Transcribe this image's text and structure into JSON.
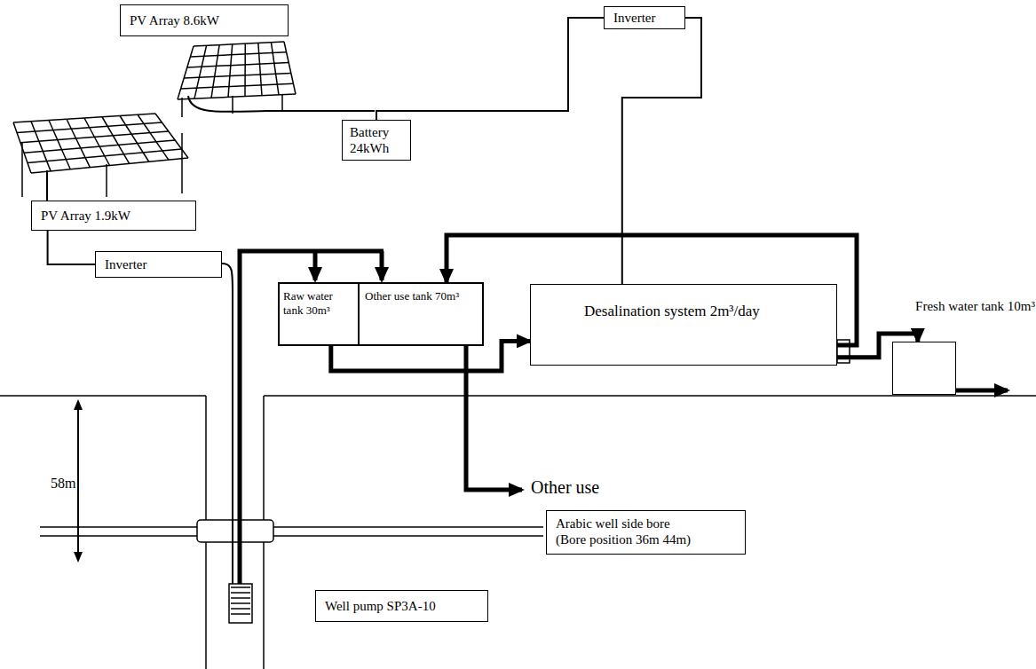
{
  "diagram": {
    "nodes": [
      {
        "text": [
          "PV Array 8.6kW"
        ]
      },
      {
        "text": [
          "Inverter"
        ]
      },
      {
        "text": [
          "Battery 24kWh"
        ]
      },
      {
        "text": [
          "PV Array 1.9kW"
        ]
      },
      {
        "text": [
          "Inverter"
        ]
      },
      {
        "text": [
          "Raw water tank 30m³"
        ]
      },
      {
        "text": [
          "Other use tank 70m³"
        ]
      },
      {
        "text": [
          "Desalination system 2m³/day"
        ]
      },
      {
        "text": [
          "Fresh water tank 10m³"
        ]
      },
      {
        "text": [
          "Arabic well side bore",
          "(Bore position 36m 44m)"
        ]
      },
      {
        "text": [
          "Well pump SP3A-10"
        ]
      }
    ],
    "edges": [
      {
        "from": 2,
        "to": 1,
        "arrow": "none"
      },
      {
        "from": 1,
        "to": 7,
        "arrow": "none"
      },
      {
        "from": 3,
        "to": 4,
        "arrow": "none"
      },
      {
        "from": 5,
        "to": 7,
        "arrow": "to"
      },
      {
        "from": 7,
        "to": 6,
        "arrow": "to"
      },
      {
        "from": 7,
        "to": 8,
        "arrow": "to"
      }
    ],
    "labels": [
      "58m",
      "Other use"
    ]
  }
}
